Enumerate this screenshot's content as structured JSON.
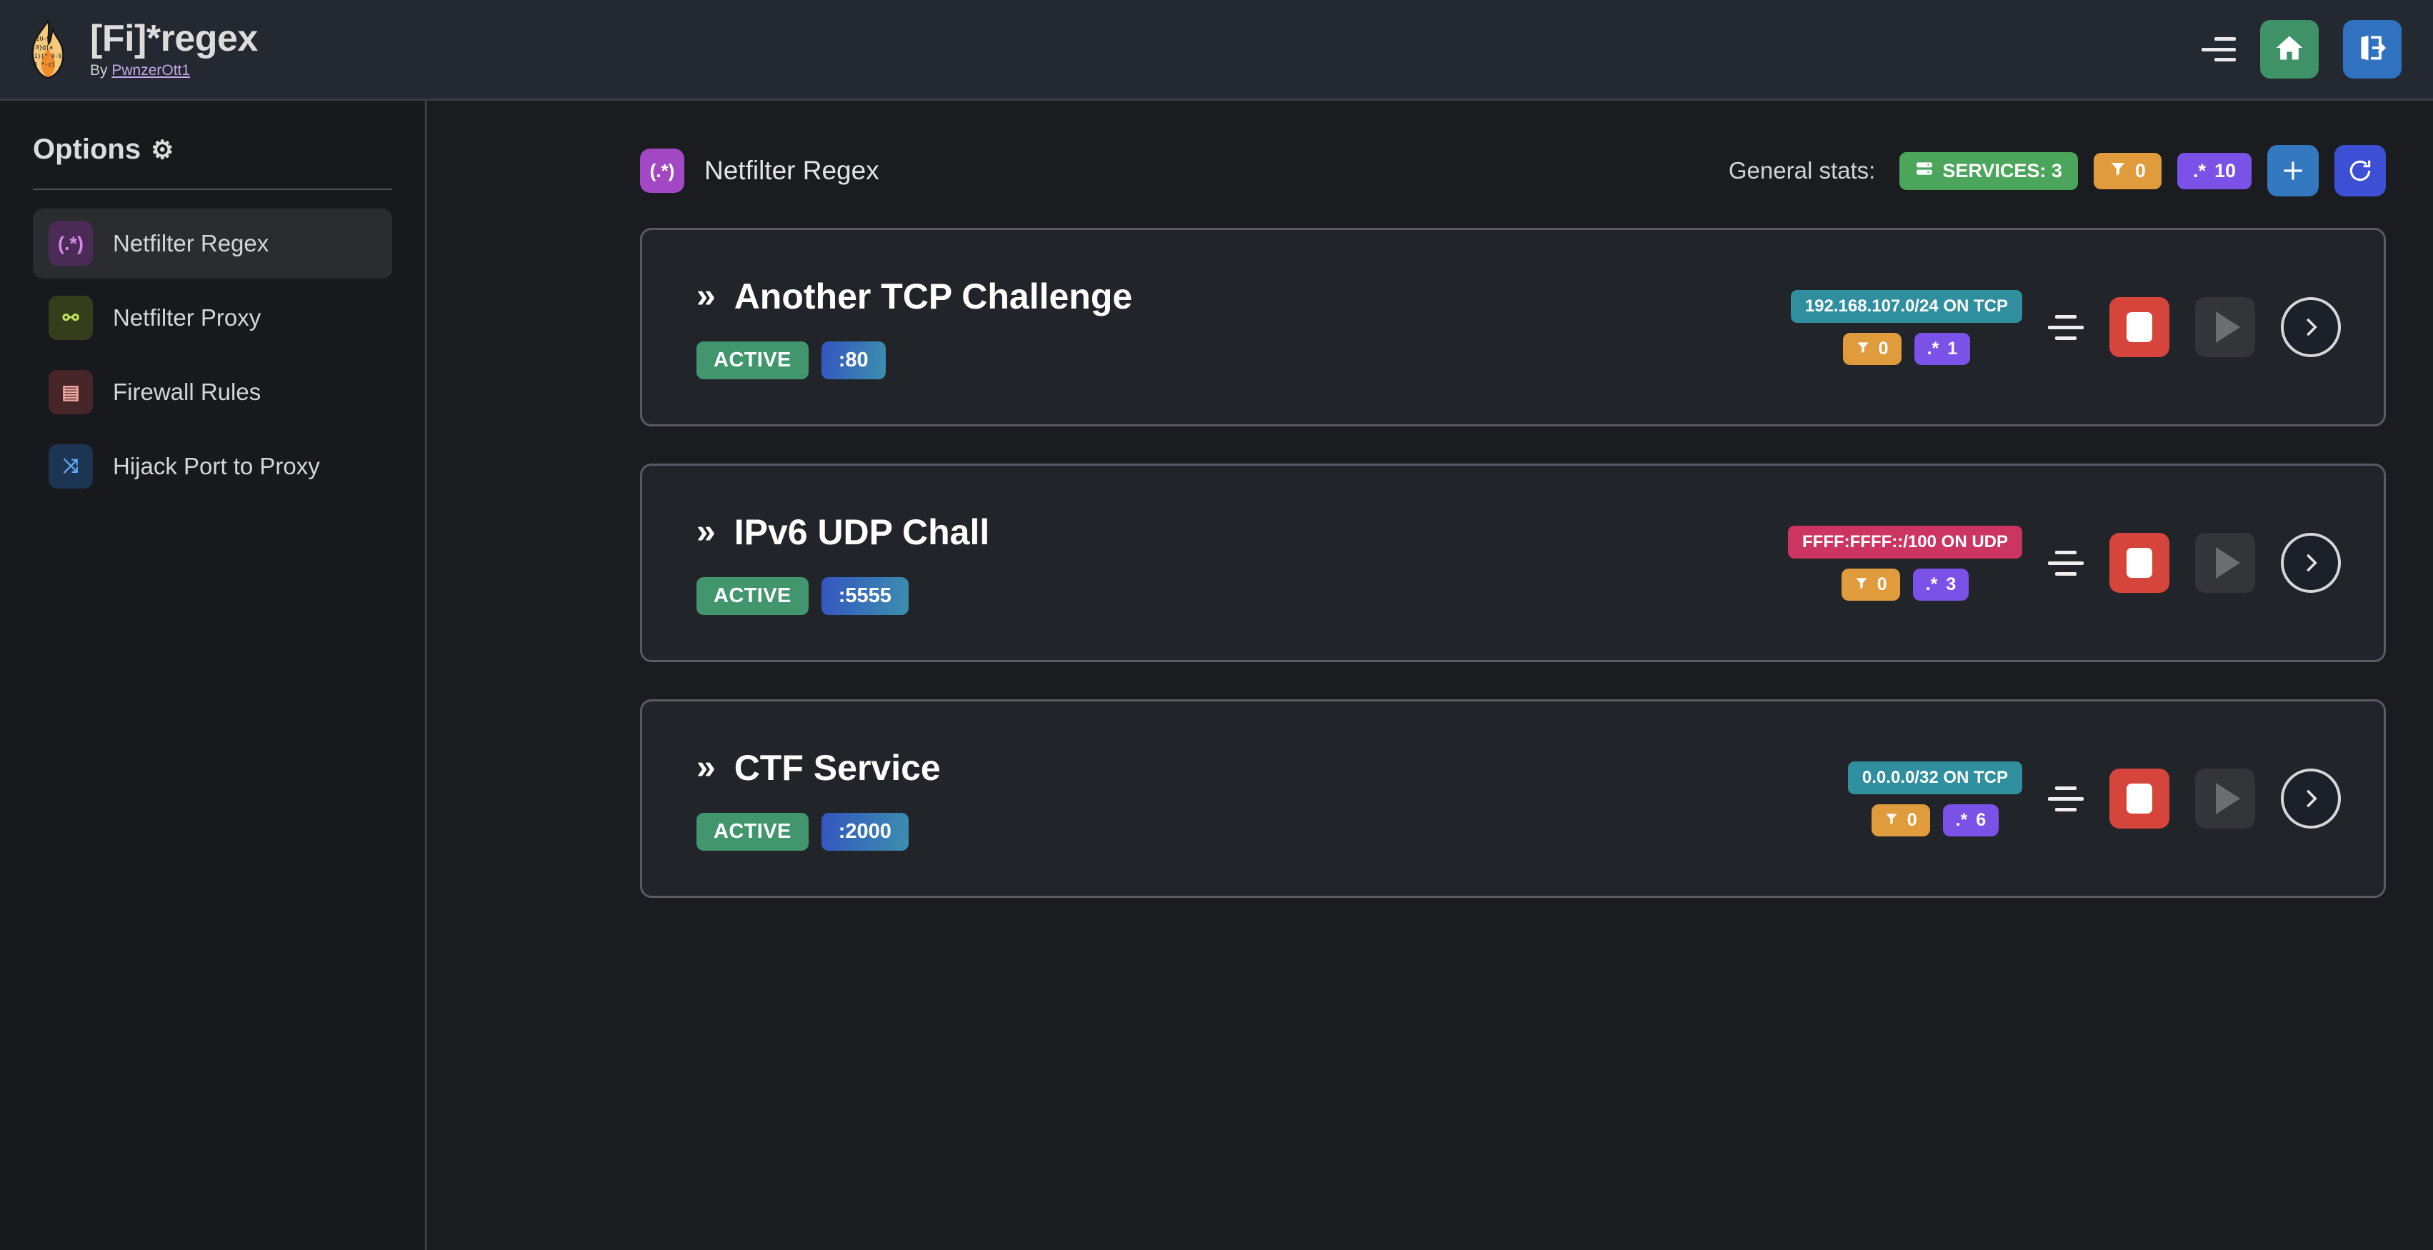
{
  "header": {
    "app_title": "[Fi]*regex",
    "by_prefix": "By ",
    "author": "PwnzerOtt1",
    "logo_icon": "flame-regex-logo",
    "menu_icon": "hamburger-menu-icon",
    "home_icon": "home-icon",
    "logout_icon": "logout-icon"
  },
  "sidebar": {
    "title": "Options",
    "gear_icon": "⚙",
    "items": [
      {
        "label": "Netfilter Regex",
        "icon_glyph": "(.*)",
        "icon_bg": "#4a2b56",
        "icon_fg": "#d48be8",
        "active": true
      },
      {
        "label": "Netfilter Proxy",
        "icon_glyph": "⚯",
        "icon_bg": "#343d1c",
        "icon_fg": "#c3e35b",
        "active": false
      },
      {
        "label": "Firewall Rules",
        "icon_glyph": "▤",
        "icon_bg": "#47262a",
        "icon_fg": "#f0a9a0",
        "active": false
      },
      {
        "label": "Hijack Port to Proxy",
        "icon_glyph": "⤨",
        "icon_bg": "#1c3553",
        "icon_fg": "#63a8f0",
        "active": false
      }
    ]
  },
  "main": {
    "page_icon_glyph": "(.*)",
    "page_title": "Netfilter Regex",
    "stats_label": "General stats:",
    "stats": [
      {
        "name": "services",
        "icon": "server-icon",
        "glyph": "▤",
        "text": "SERVICES: 3",
        "color": "#4ba55b"
      },
      {
        "name": "filters",
        "icon": "filter-icon",
        "glyph": "▼",
        "text": "0",
        "color": "#e09b3d"
      },
      {
        "name": "regexes",
        "icon": "regex-icon",
        "glyph": ".*",
        "text": "10",
        "color": "#7a52e8"
      }
    ],
    "add_button": {
      "icon": "plus-icon",
      "glyph": "+",
      "color": "#3479bf"
    },
    "refresh_button": {
      "icon": "refresh-icon",
      "glyph": "⟳",
      "color": "#3d4fd4"
    }
  },
  "services": [
    {
      "chevron": "»",
      "name": "Another TCP Challenge",
      "state": "ACTIVE",
      "port": ":80",
      "network": "192.168.107.0/24 ON TCP",
      "protocol": "TCP",
      "filters": "0",
      "regexes": "1",
      "menu_icon": "list-lines-icon",
      "stop_icon": "stop-icon",
      "play_icon": "play-icon",
      "open_icon": "chevron-right-icon"
    },
    {
      "chevron": "»",
      "name": "IPv6 UDP Chall",
      "state": "ACTIVE",
      "port": ":5555",
      "network": "FFFF:FFFF::/100 ON UDP",
      "protocol": "UDP",
      "filters": "0",
      "regexes": "3",
      "menu_icon": "list-lines-icon",
      "stop_icon": "stop-icon",
      "play_icon": "play-icon",
      "open_icon": "chevron-right-icon"
    },
    {
      "chevron": "»",
      "name": "CTF Service",
      "state": "ACTIVE",
      "port": ":2000",
      "network": "0.0.0.0/32 ON TCP",
      "protocol": "TCP",
      "filters": "0",
      "regexes": "6",
      "menu_icon": "list-lines-icon",
      "stop_icon": "stop-icon",
      "play_icon": "play-icon",
      "open_icon": "chevron-right-icon"
    }
  ],
  "colors": {
    "accent_purple": "#a348c4",
    "active_green": "#41966e",
    "stop_red": "#d6453c",
    "tcp_teal": "#2f8f9e",
    "udp_pink": "#cc3562"
  }
}
